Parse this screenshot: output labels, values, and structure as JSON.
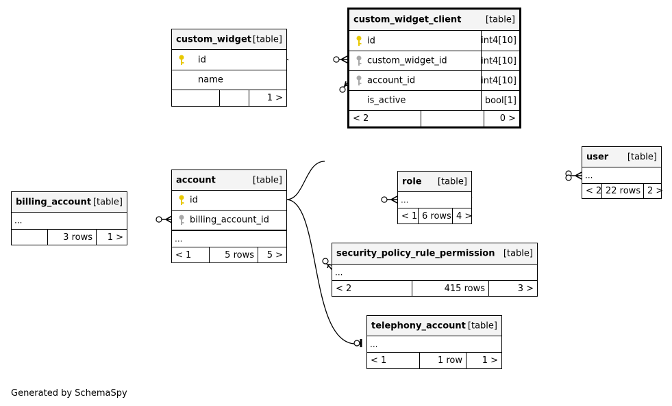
{
  "tables": {
    "custom_widget": {
      "name": "custom_widget",
      "type": "[table]",
      "columns": [
        {
          "name": "id"
        },
        {
          "name": "name"
        }
      ],
      "footer": [
        "",
        "",
        "1 >"
      ]
    },
    "custom_widget_client": {
      "name": "custom_widget_client",
      "type": "[table]",
      "columns": [
        {
          "name": "id",
          "type": "int4[10]"
        },
        {
          "name": "custom_widget_id",
          "type": "int4[10]"
        },
        {
          "name": "account_id",
          "type": "int4[10]"
        },
        {
          "name": "is_active",
          "type": "bool[1]"
        }
      ],
      "footer": [
        "< 2",
        "",
        "0 >"
      ]
    },
    "user": {
      "name": "user",
      "type": "[table]",
      "ellipsis": "...",
      "footer": [
        "< 2",
        "22 rows",
        "2 >"
      ]
    },
    "billing_account": {
      "name": "billing_account",
      "type": "[table]",
      "ellipsis": "...",
      "footer": [
        "",
        "3 rows",
        "1 >"
      ]
    },
    "account": {
      "name": "account",
      "type": "[table]",
      "columns": [
        {
          "name": "id"
        },
        {
          "name": "billing_account_id"
        }
      ],
      "ellipsis": "...",
      "footer": [
        "< 1",
        "5 rows",
        "5 >"
      ]
    },
    "role": {
      "name": "role",
      "type": "[table]",
      "ellipsis": "...",
      "footer": [
        "< 1",
        "6 rows",
        "4 >"
      ]
    },
    "security_policy_rule_permission": {
      "name": "security_policy_rule_permission",
      "type": "[table]",
      "ellipsis": "...",
      "footer": [
        "< 2",
        "415 rows",
        "3 >"
      ]
    },
    "telephony_account": {
      "name": "telephony_account",
      "type": "[table]",
      "ellipsis": "...",
      "footer": [
        "< 1",
        "1 row",
        "1 >"
      ]
    }
  },
  "colors": {
    "primary_key_icon": "#e8c800",
    "foreign_key_icon": "#a8a8a8",
    "header_bg": "#f4f4f4"
  },
  "footer_note": "Generated by SchemaSpy"
}
